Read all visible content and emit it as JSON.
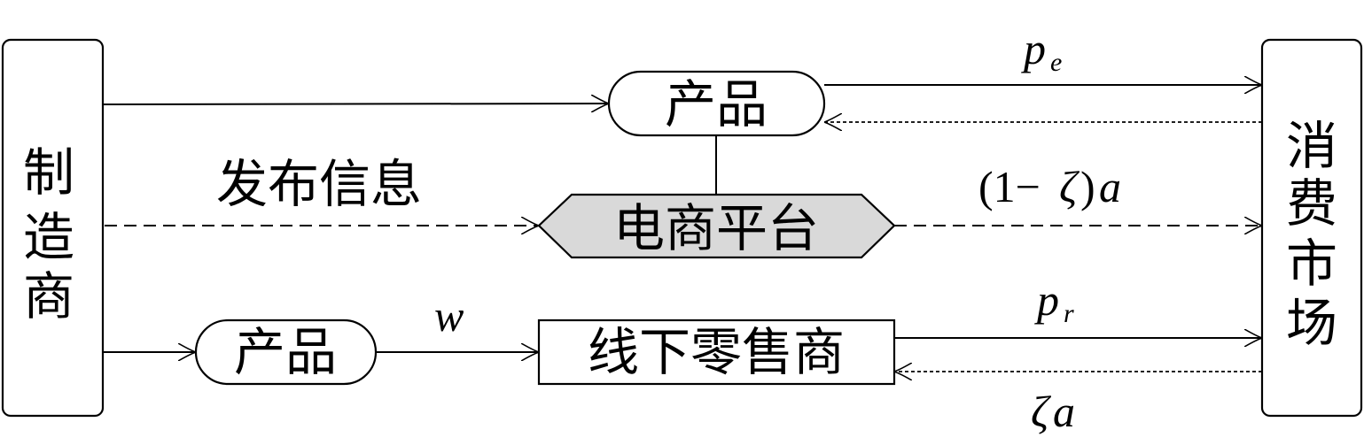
{
  "nodes": {
    "manufacturer": {
      "label": [
        "制",
        "造",
        "商"
      ]
    },
    "consumer_market": {
      "label": [
        "消",
        "费",
        "市",
        "场"
      ]
    },
    "product_top": {
      "label": "产品"
    },
    "product_bottom": {
      "label": "产品"
    },
    "ecommerce_platform": {
      "label": "电商平台",
      "fill": "#d9d9d9"
    },
    "offline_retailer": {
      "label": "线下零售商"
    }
  },
  "edges": {
    "publish_info": {
      "label": "发布信息",
      "style": "dashed"
    },
    "pe": {
      "label_main": "p",
      "label_sub": "e",
      "style": "solid"
    },
    "feedback_top": {
      "style": "dotted"
    },
    "one_minus_xi_a": {
      "label_pre": "(1−",
      "label_xi": "ζ",
      "label_post": ")",
      "label_a": "a",
      "style": "dashed"
    },
    "w": {
      "label": "w",
      "style": "solid"
    },
    "pr": {
      "label_main": "p",
      "label_sub": "r",
      "style": "solid"
    },
    "xi_a": {
      "label_xi": "ζ",
      "label_a": "a",
      "style": "dotted"
    }
  }
}
